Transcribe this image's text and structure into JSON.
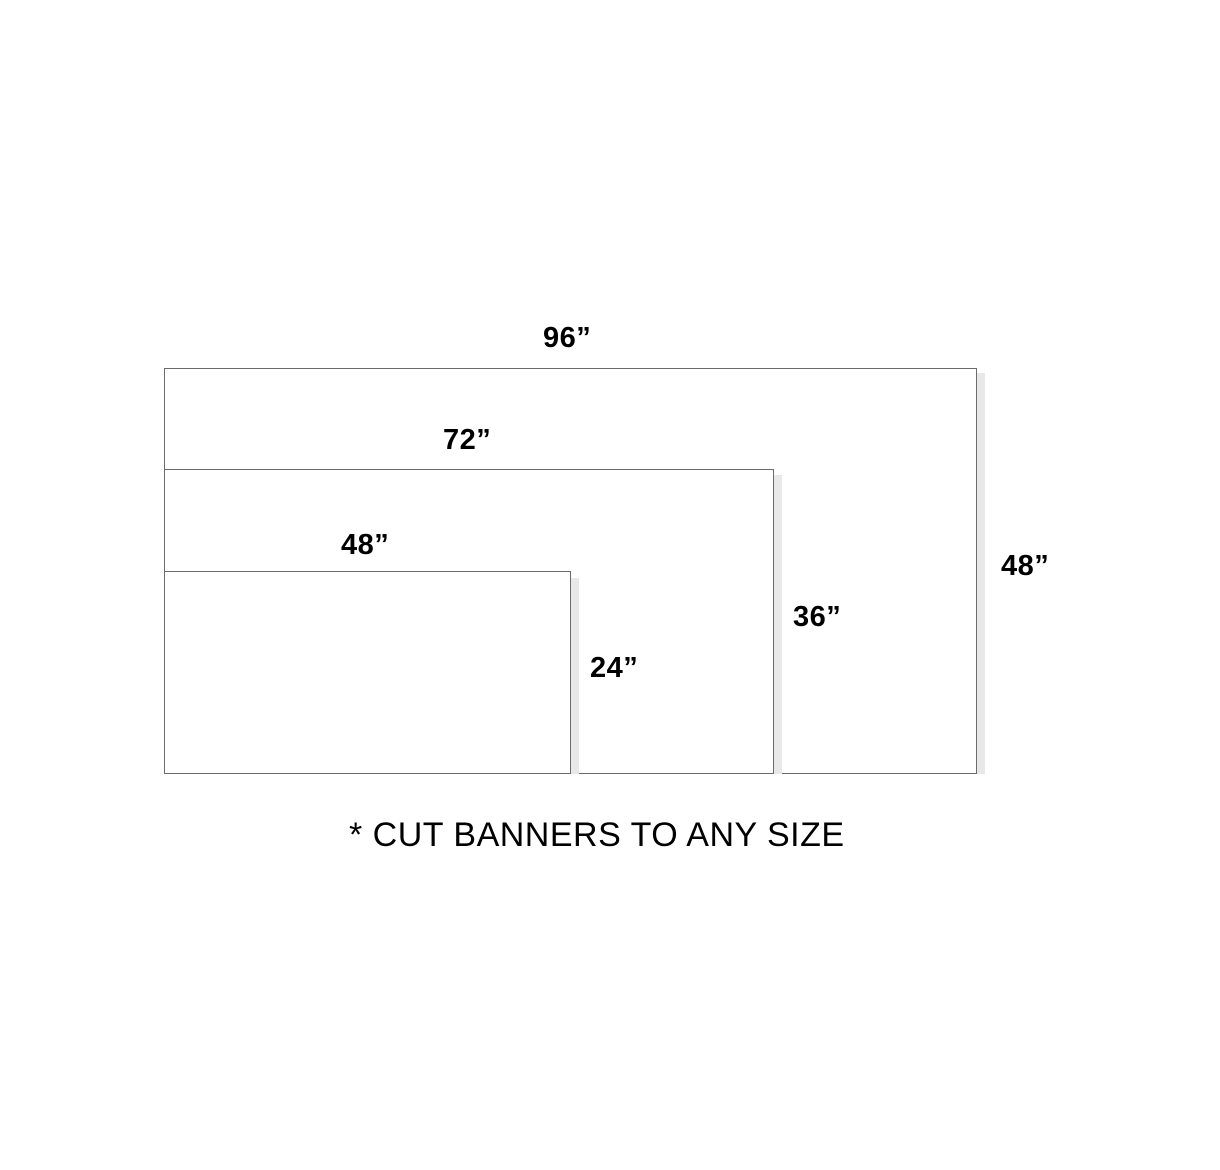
{
  "diagram": {
    "banners": [
      {
        "width_label": "96”",
        "height_label": "48”"
      },
      {
        "width_label": "72”",
        "height_label": "36”"
      },
      {
        "width_label": "48”",
        "height_label": "24”"
      }
    ],
    "footnote": "* CUT BANNERS TO ANY SIZE",
    "colors": {
      "border": "#6b6b6b",
      "shadow": "#e8e8e8",
      "text": "#000000"
    }
  }
}
